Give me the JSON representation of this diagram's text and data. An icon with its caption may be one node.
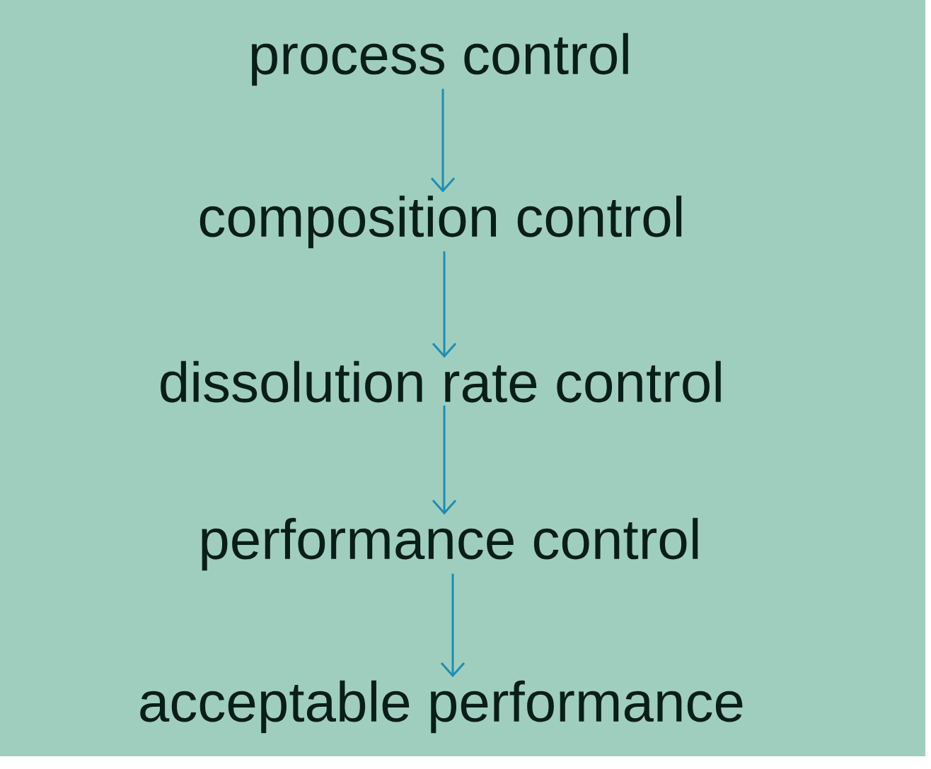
{
  "diagram": {
    "nodes": [
      {
        "text": [
          "process control"
        ]
      },
      {
        "text": [
          "composition control"
        ]
      },
      {
        "text": [
          "dissolution rate control"
        ]
      },
      {
        "text": [
          "performance control"
        ]
      },
      {
        "text": [
          "acceptable performance"
        ]
      }
    ],
    "edges": [
      {
        "from": 0,
        "to": 1,
        "arrow": "to"
      },
      {
        "from": 1,
        "to": 2,
        "arrow": "to"
      },
      {
        "from": 2,
        "to": 3,
        "arrow": "to"
      },
      {
        "from": 3,
        "to": 4,
        "arrow": "to"
      }
    ]
  }
}
